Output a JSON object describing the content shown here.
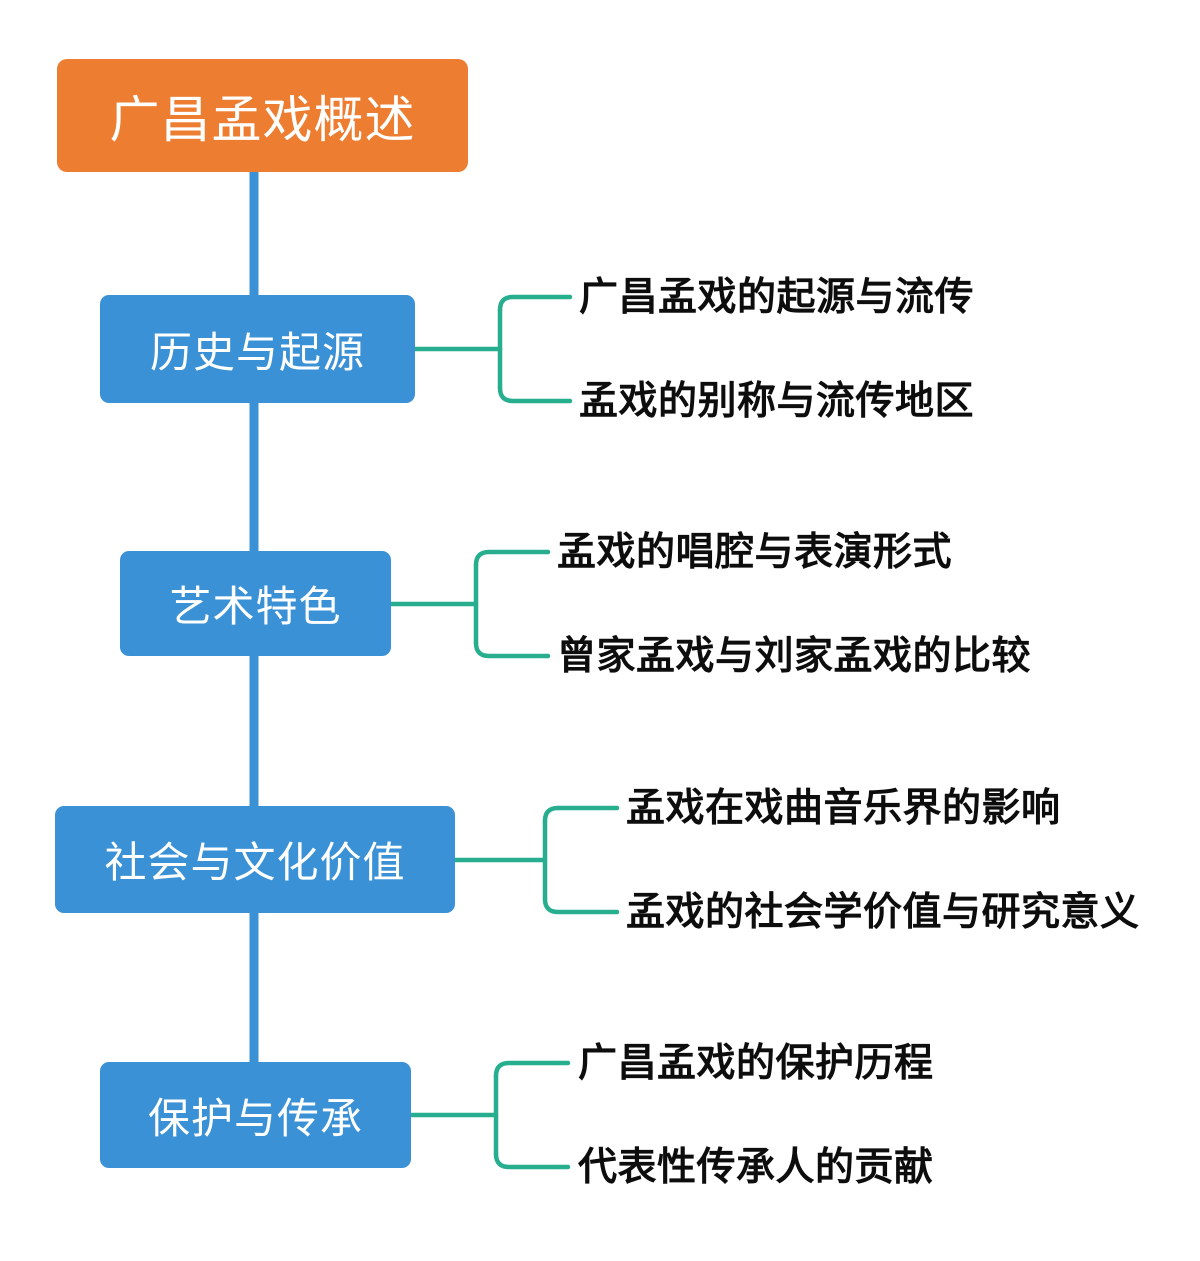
{
  "diagram": {
    "type": "mind-map",
    "title": "广昌孟戏概述",
    "colors": {
      "root_fill": "#ED7D31",
      "branch_fill": "#3A91D6",
      "trunk_line": "#3A91D6",
      "connector_line": "#27AE8F",
      "root_text": "#FFFFFF",
      "branch_text": "#FFFFFF",
      "leaf_text": "#0D0D0D",
      "background": "#FFFFFF"
    },
    "root": {
      "label": "广昌孟戏概述"
    },
    "branches": [
      {
        "label": "历史与起源",
        "leaves": [
          "广昌孟戏的起源与流传",
          "孟戏的别称与流传地区"
        ]
      },
      {
        "label": "艺术特色",
        "leaves": [
          "孟戏的唱腔与表演形式",
          "曾家孟戏与刘家孟戏的比较"
        ]
      },
      {
        "label": "社会与文化价值",
        "leaves": [
          "孟戏在戏曲音乐界的影响",
          "孟戏的社会学价值与研究意义"
        ]
      },
      {
        "label": "保护与传承",
        "leaves": [
          "广昌孟戏的保护历程",
          "代表性传承人的贡献"
        ]
      }
    ]
  }
}
